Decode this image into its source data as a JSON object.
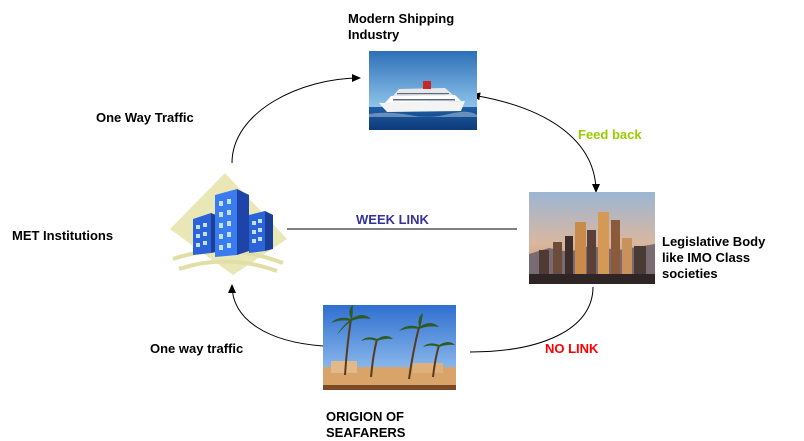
{
  "nodes": {
    "shipping": {
      "label": "Modern Shipping\nIndustry"
    },
    "met": {
      "label": "MET Institutions"
    },
    "legislative": {
      "label": "Legislative Body\nlike IMO Class\nsocieties"
    },
    "origin": {
      "label": "ORIGION OF\nSEAFARERS"
    }
  },
  "edges": {
    "one_way_traffic_top": {
      "label": "One Way Traffic"
    },
    "feed_back": {
      "label": "Feed back",
      "color": "#99cc00"
    },
    "week_link": {
      "label": "WEEK LINK",
      "color": "#333399"
    },
    "no_link": {
      "label": "NO LINK",
      "color": "#ff0000"
    },
    "one_way_traffic_bottom": {
      "label": "One way traffic"
    }
  }
}
